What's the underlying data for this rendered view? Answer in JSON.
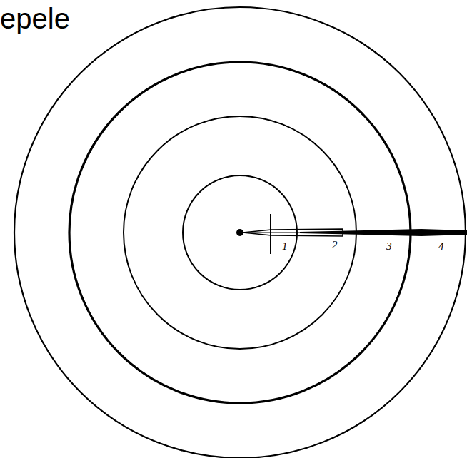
{
  "diagram": {
    "labels": [
      "epele",
      "1",
      "2",
      "3",
      "4"
    ]
  }
}
